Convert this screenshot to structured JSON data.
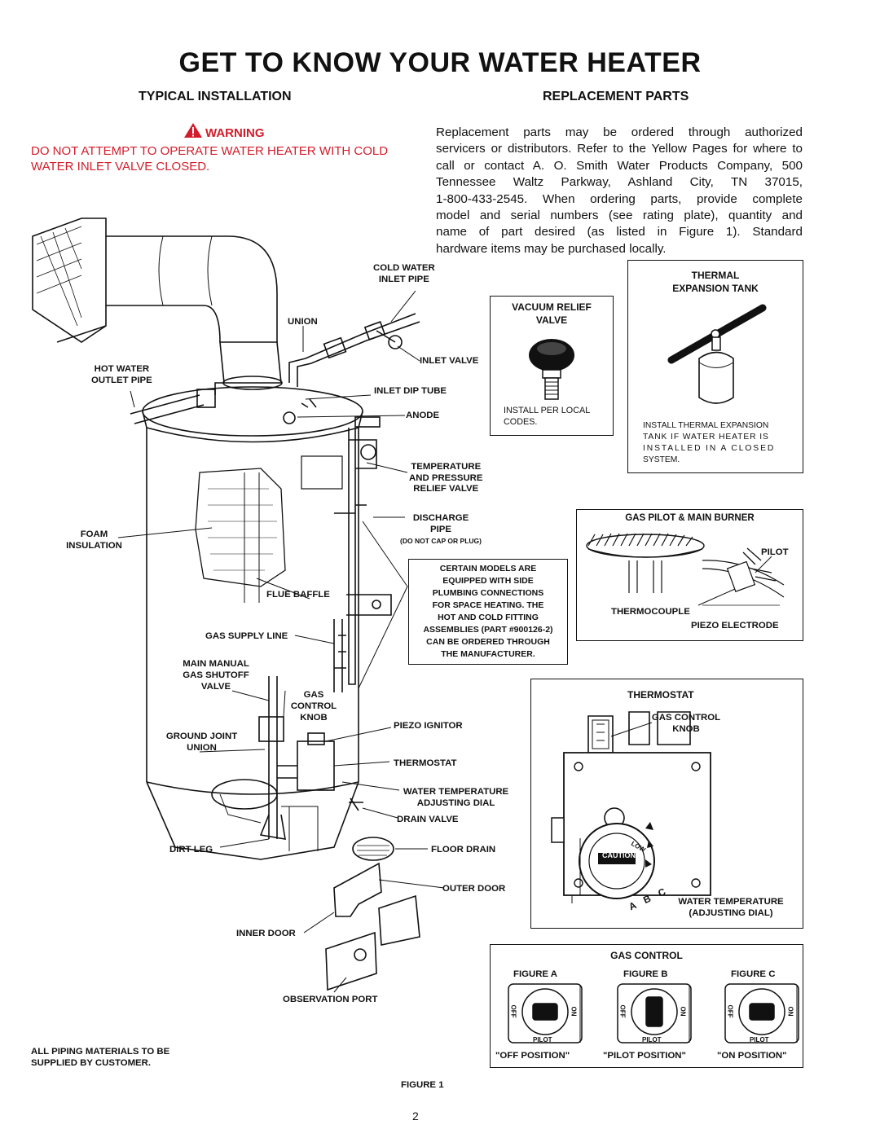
{
  "page": {
    "title": "GET TO KNOW YOUR WATER HEATER",
    "left_heading": "TYPICAL INSTALLATION",
    "right_heading": "REPLACEMENT PARTS",
    "page_number": "2",
    "figure_caption": "FIGURE 1"
  },
  "warning": {
    "label": "WARNING",
    "text": "DO NOT ATTEMPT TO OPERATE WATER HEATER WITH COLD WATER INLET VALVE CLOSED."
  },
  "replacement_text_lines": [
    "Replacement parts may be ordered through authorized",
    "servicers or distributors. Refer to the Yellow Pages for where to",
    "call or contact A. O. Smith Water Products Company, 500",
    "Tennessee Waltz Parkway, Ashland City, TN 37015,",
    "1-800-433-2545.  When ordering parts, provide complete",
    "model and serial numbers (see rating plate), quantity and",
    "name of part desired (as listed in Figure 1).  Standard",
    "hardware items may be purchased locally."
  ],
  "labels": {
    "cold_water_1": "COLD WATER",
    "cold_water_2": "INLET PIPE",
    "union": "UNION",
    "hot_water_1": "HOT WATER",
    "hot_water_2": "OUTLET PIPE",
    "inlet_valve": "INLET VALVE",
    "inlet_dip_tube": "INLET DIP TUBE",
    "anode": "ANODE",
    "tp_1": "TEMPERATURE",
    "tp_2": "AND PRESSURE",
    "tp_3": "RELIEF VALVE",
    "discharge_1": "DISCHARGE",
    "discharge_2": "PIPE",
    "discharge_3": "(DO NOT CAP OR PLUG)",
    "foam_1": "FOAM",
    "foam_2": "INSULATION",
    "flue_baffle": "FLUE BAFFLE",
    "gas_supply": "GAS SUPPLY LINE",
    "mm_1": "MAIN MANUAL",
    "mm_2": "GAS SHUTOFF",
    "mm_3": "VALVE",
    "gck_1": "GAS",
    "gck_2": "CONTROL",
    "gck_3": "KNOB",
    "piezo": "PIEZO IGNITOR",
    "gju_1": "GROUND JOINT",
    "gju_2": "UNION",
    "thermostat": "THERMOSTAT",
    "wta_1": "WATER TEMPERATURE",
    "wta_2": "ADJUSTING DIAL",
    "drain_valve": "DRAIN VALVE",
    "dirt_leg": "DIRT LEG",
    "floor_drain": "FLOOR DRAIN",
    "outer_door": "OUTER DOOR",
    "inner_door": "INNER DOOR",
    "obs_port": "OBSERVATION PORT",
    "piping_1": "ALL PIPING MATERIALS TO BE",
    "piping_2": "SUPPLIED BY CUSTOMER."
  },
  "certain_models_lines": [
    "CERTAIN MODELS ARE",
    "EQUIPPED WITH SIDE",
    "PLUMBING CONNECTIONS",
    "FOR SPACE HEATING. THE",
    "HOT AND COLD FITTING",
    "ASSEMBLIES (PART #900126-2)",
    "CAN BE ORDERED THROUGH",
    "THE MANUFACTURER."
  ],
  "vacuum_relief": {
    "title_1": "VACUUM RELIEF",
    "title_2": "VALVE",
    "note_1": "INSTALL PER LOCAL",
    "note_2": "CODES."
  },
  "expansion_tank": {
    "title_1": "THERMAL",
    "title_2": "EXPANSION TANK",
    "note_lines": [
      "INSTALL THERMAL EXPANSION",
      "TANK IF WATER HEATER IS",
      "INSTALLED IN A CLOSED",
      "SYSTEM."
    ]
  },
  "pilot_burner": {
    "title": "GAS PILOT & MAIN BURNER",
    "pilot": "PILOT",
    "thermocouple": "THERMOCOUPLE",
    "piezo_electrode": "PIEZO ELECTRODE"
  },
  "thermostat_box": {
    "title": "THERMOSTAT",
    "gck_1": "GAS CONTROL",
    "gck_2": "KNOB",
    "caution": "CAUTION",
    "low": "LOW",
    "dial_letters": "A B C",
    "wta_1": "WATER TEMPERATURE",
    "wta_2": "(ADJUSTING DIAL)"
  },
  "gas_control": {
    "title": "GAS CONTROL",
    "figures": [
      {
        "name": "FIGURE A",
        "position": "\"OFF POSITION\""
      },
      {
        "name": "FIGURE B",
        "position": "\"PILOT POSITION\""
      },
      {
        "name": "FIGURE C",
        "position": "\"ON POSITION\""
      }
    ],
    "knob_text": {
      "off": "OFF",
      "on": "ON",
      "pilot": "PILOT"
    }
  },
  "colors": {
    "warning_red": "#d21c2a",
    "ink": "#111111"
  }
}
